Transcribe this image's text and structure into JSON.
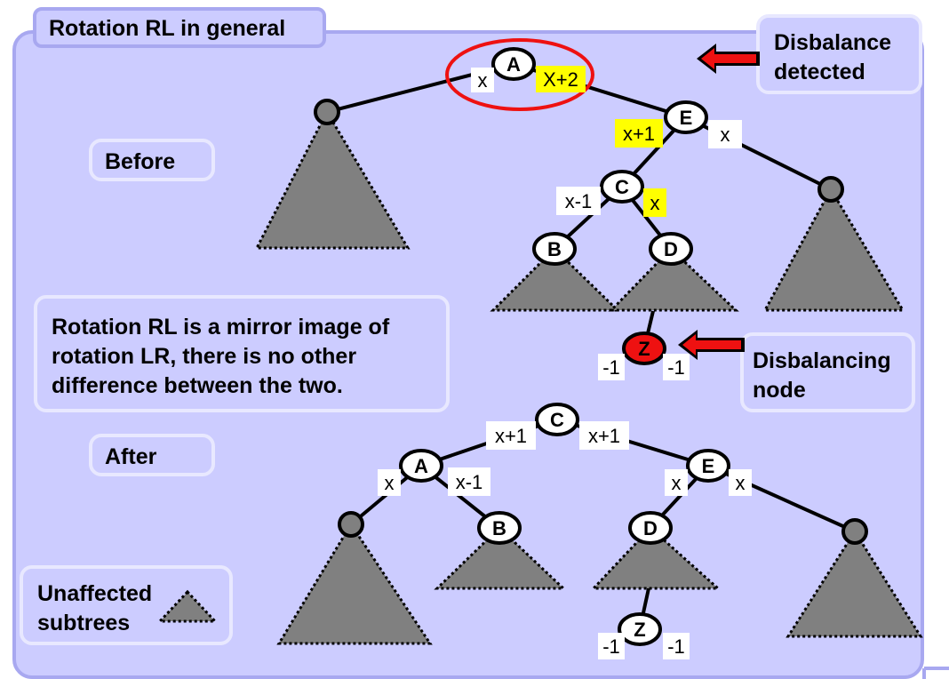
{
  "title": "Rotation RL in general",
  "before_label": "Before",
  "after_label": "After",
  "description": [
    "Rotation RL is a mirror image of",
    "rotation LR, there is no other",
    "difference  between the two."
  ],
  "disbalance_detected": [
    "Disbalance",
    "detected"
  ],
  "disbalancing_node": [
    "Disbalancing",
    "node"
  ],
  "unaffected_subtrees": [
    "Unaffected",
    "subtrees"
  ],
  "colors": {
    "panel": "#ccccff",
    "highlight": "#ffff00",
    "alert_red": "#ee1111",
    "subtree_gray": "#808080"
  },
  "before_tree": {
    "nodes": {
      "A": "A",
      "E": "E",
      "C": "C",
      "B": "B",
      "D": "D",
      "Z": "Z"
    },
    "labels": {
      "a_left": "x",
      "a_right": "X+2",
      "e_left": "x+1",
      "e_right": "x",
      "c_left": "x-1",
      "c_right": "x",
      "z_left": "-1",
      "z_right": "-1"
    }
  },
  "after_tree": {
    "nodes": {
      "C": "C",
      "A": "A",
      "E": "E",
      "B": "B",
      "D": "D",
      "Z": "Z"
    },
    "labels": {
      "c_left": "x+1",
      "c_right": "x+1",
      "a_left": "x",
      "a_right": "x-1",
      "e_left": "x",
      "e_right": "x",
      "z_left": "-1",
      "z_right": "-1"
    }
  }
}
